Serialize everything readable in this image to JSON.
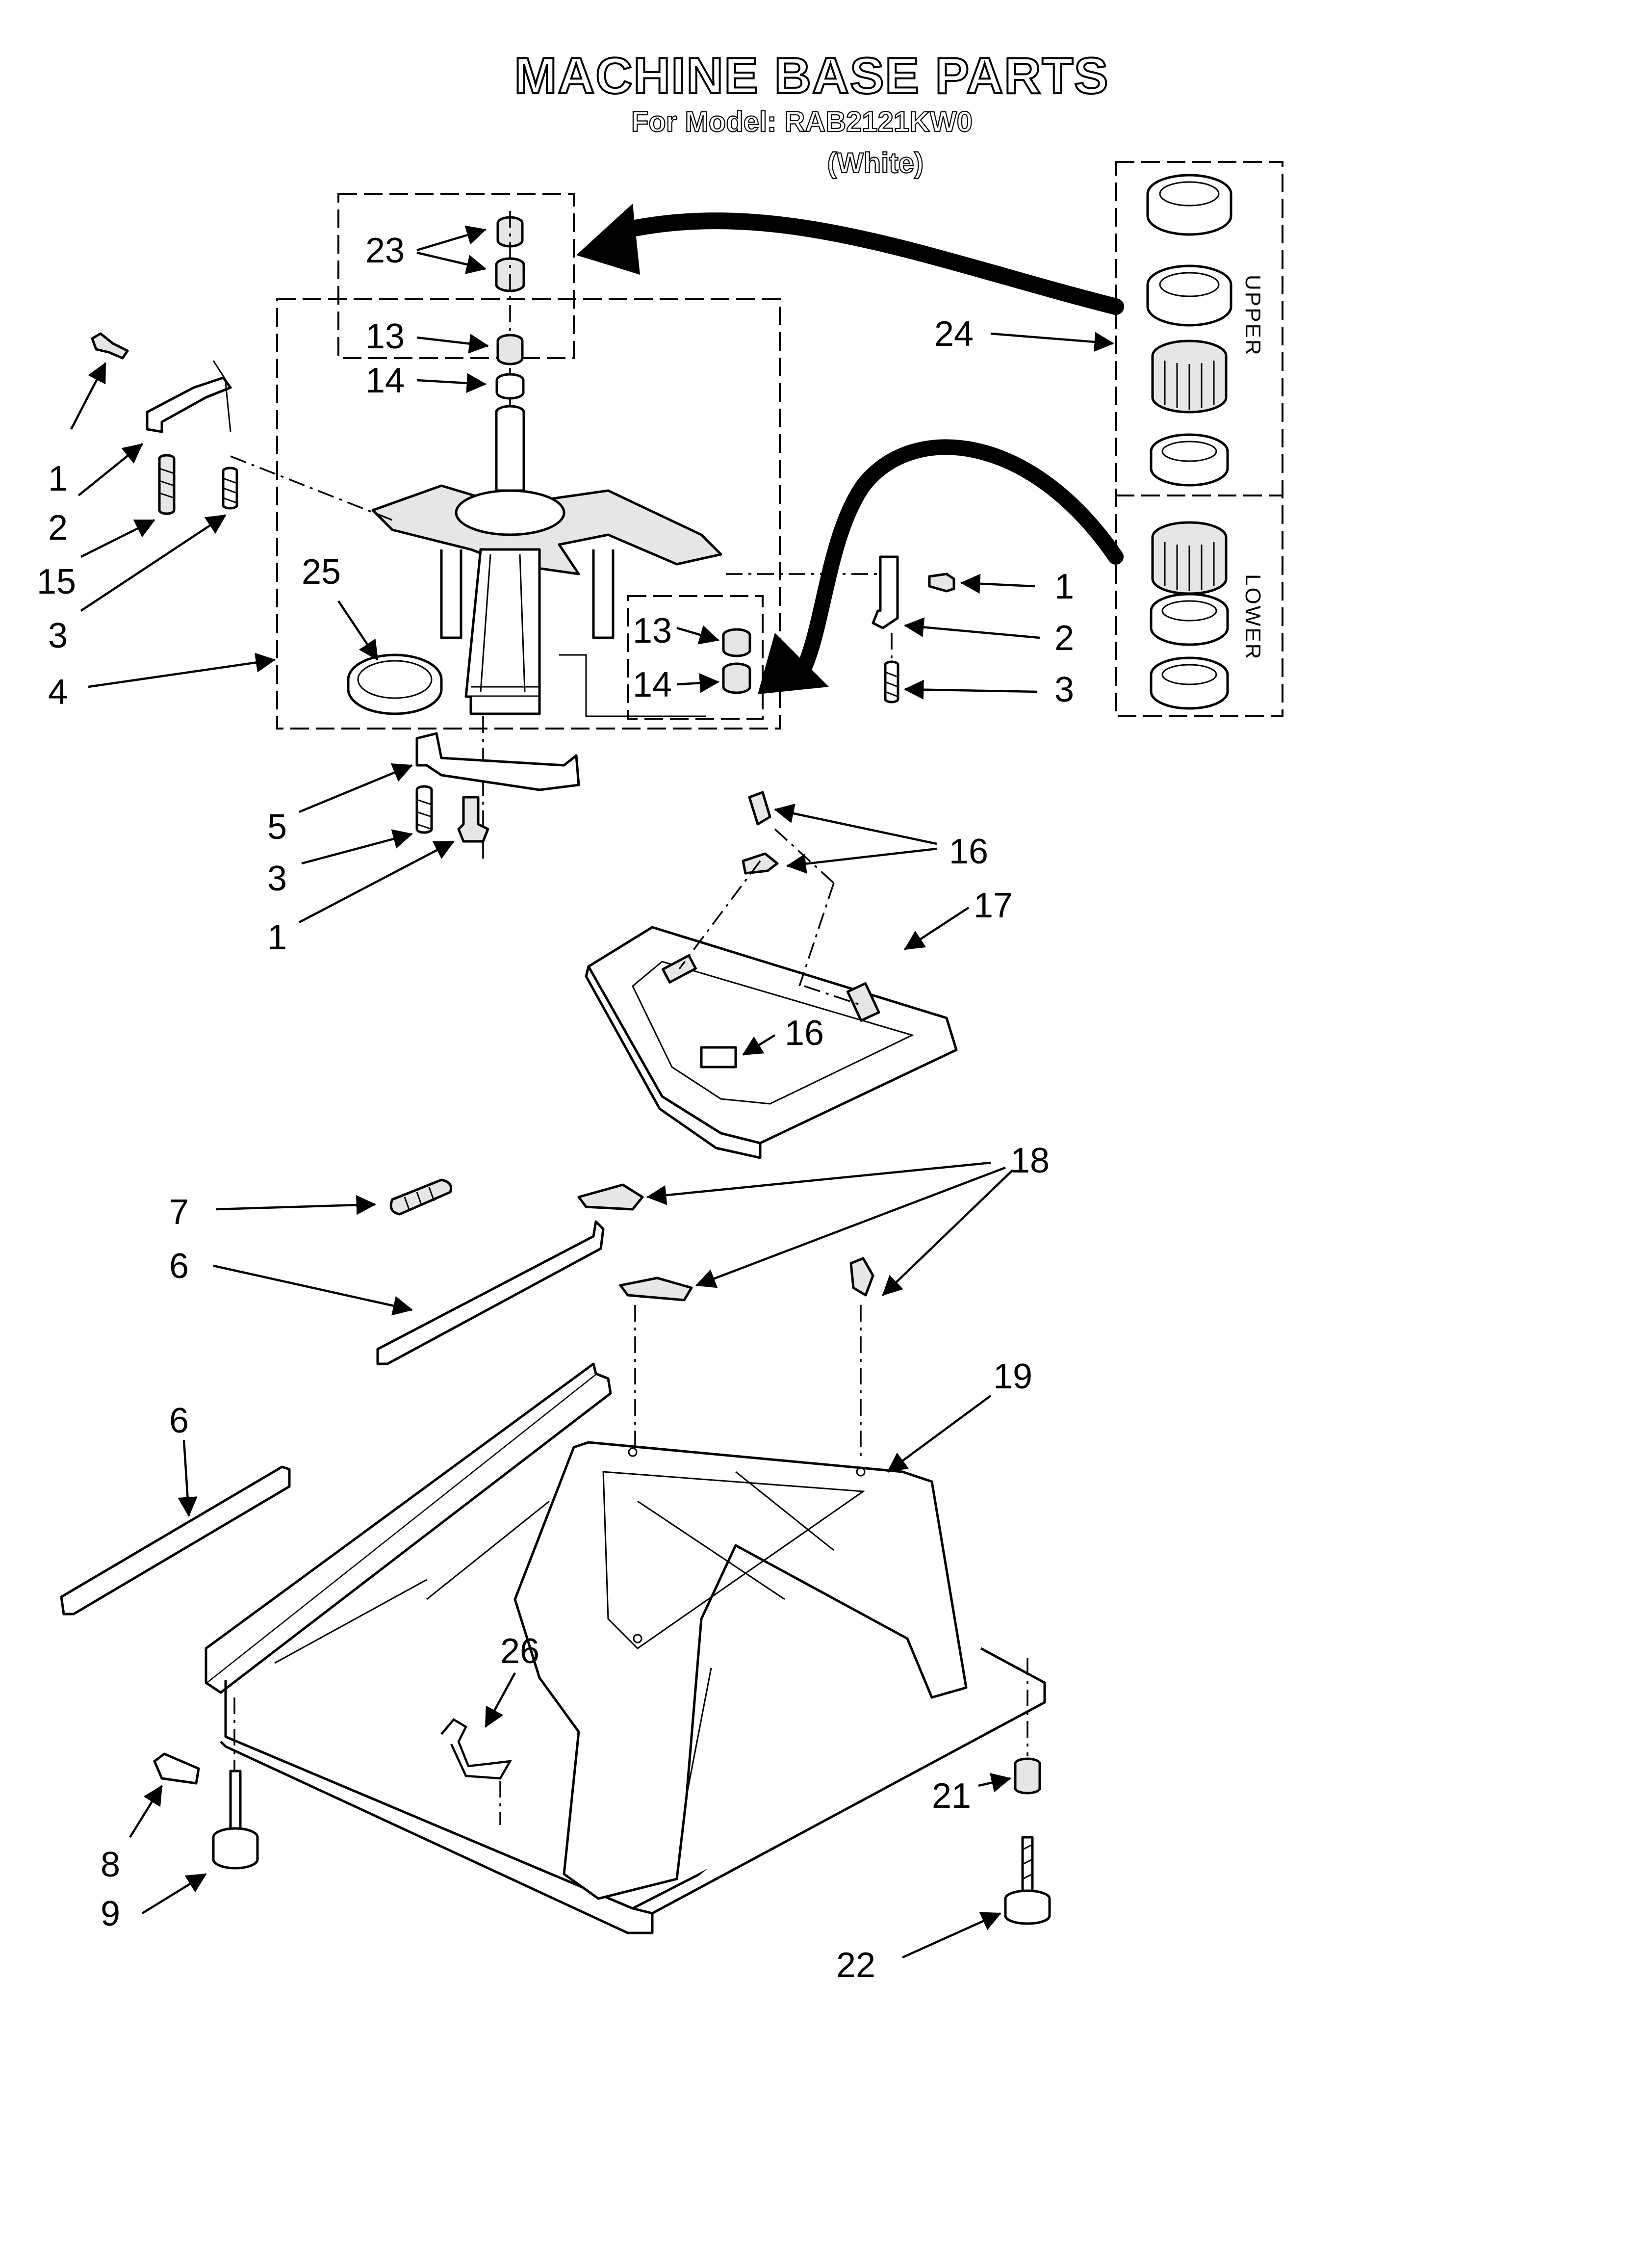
{
  "header": {
    "title": "MACHINE BASE PARTS",
    "model": "For Model: RAB2121KW0",
    "color": "(White)"
  },
  "kit": {
    "upper_label": "UPPER",
    "lower_label": "LOWER"
  },
  "callouts": {
    "c23": "23",
    "c13a": "13",
    "c14a": "14",
    "c24": "24",
    "c1a": "1",
    "c2a": "2",
    "c15": "15",
    "c3a": "3",
    "c25": "25",
    "c4": "4",
    "c13b": "13",
    "c14b": "14",
    "c1b": "1",
    "c2b": "2",
    "c3b": "3",
    "c5": "5",
    "c3c": "3",
    "c1c": "1",
    "c16a": "16",
    "c17": "17",
    "c16b": "16",
    "c7": "7",
    "c18": "18",
    "c6a": "6",
    "c6b": "6",
    "c19": "19",
    "c26": "26",
    "c21": "21",
    "c8": "8",
    "c9": "9",
    "c22": "22"
  }
}
